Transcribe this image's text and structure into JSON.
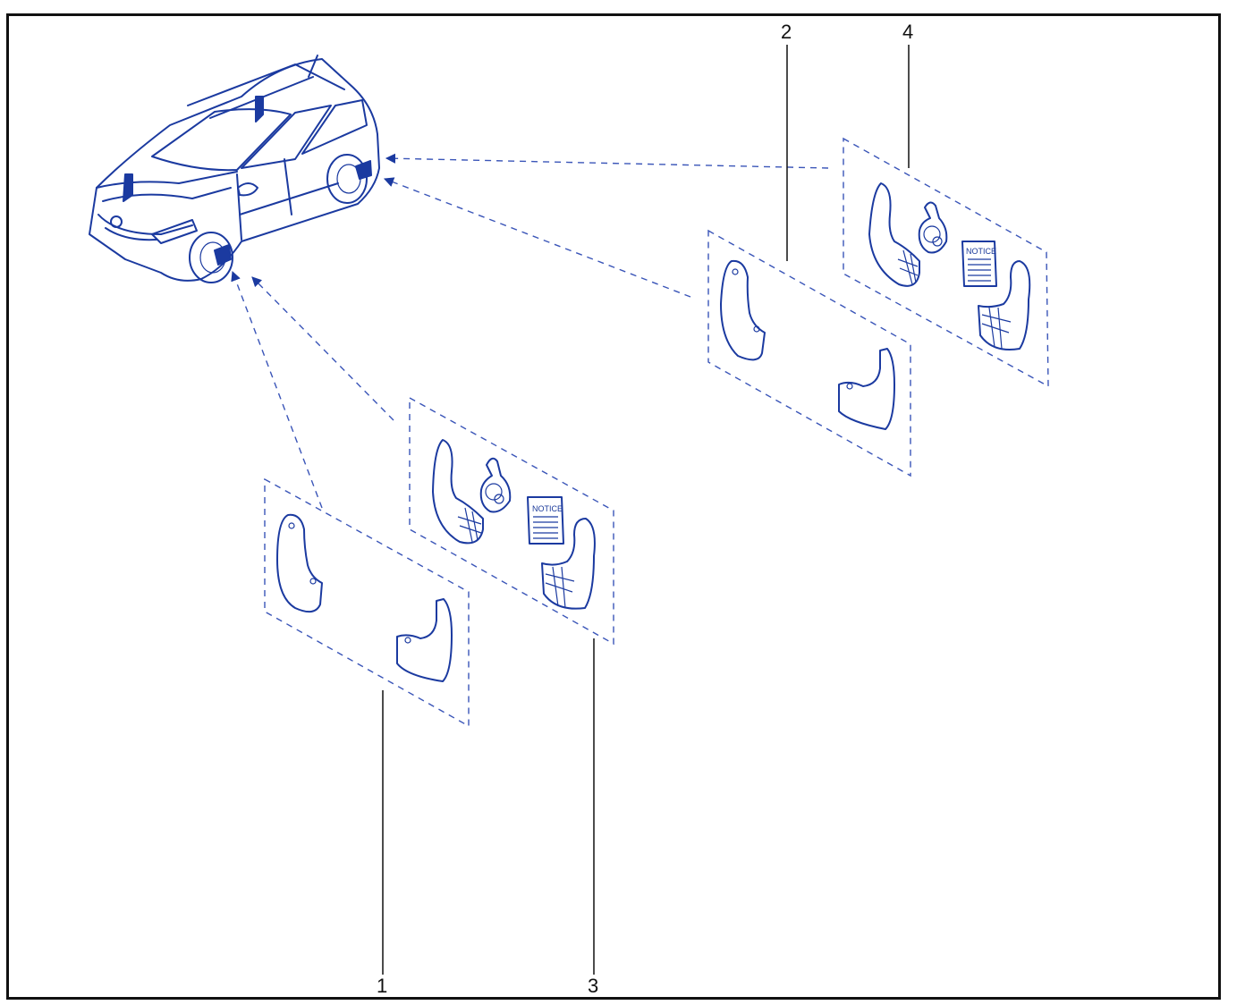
{
  "callouts": [
    {
      "id": "1",
      "label": "1"
    },
    {
      "id": "2",
      "label": "2"
    },
    {
      "id": "3",
      "label": "3"
    },
    {
      "id": "4",
      "label": "4"
    }
  ],
  "kits": {
    "kit3": {
      "notice": "NOTICE"
    },
    "kit4": {
      "notice": "NOTICE"
    }
  },
  "colors": {
    "line": "#1b3aa0",
    "callout": "#111111",
    "frame": "#111111"
  }
}
